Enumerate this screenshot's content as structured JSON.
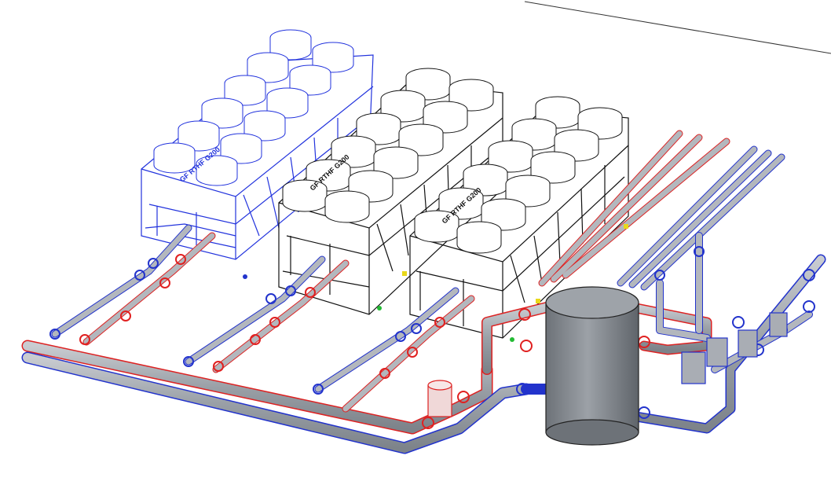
{
  "units": [
    {
      "id": "chiller-1",
      "label": "GF RTHF G200",
      "outline": "#2233dd"
    },
    {
      "id": "chiller-2",
      "label": "GF RTHF G200",
      "outline": "#111111"
    },
    {
      "id": "chiller-3",
      "label": "GF RTHF G200",
      "outline": "#111111"
    }
  ],
  "colors": {
    "supply_outline": "#dd2222",
    "return_outline": "#2233cc",
    "pipe_body": "#a9adb4",
    "tank_body": "#8e9399",
    "fan": "#ffffff",
    "valve_red": "#e02020",
    "valve_blue": "#2233cc",
    "indicator_yellow": "#e8d81a",
    "indicator_green": "#22bb33"
  }
}
